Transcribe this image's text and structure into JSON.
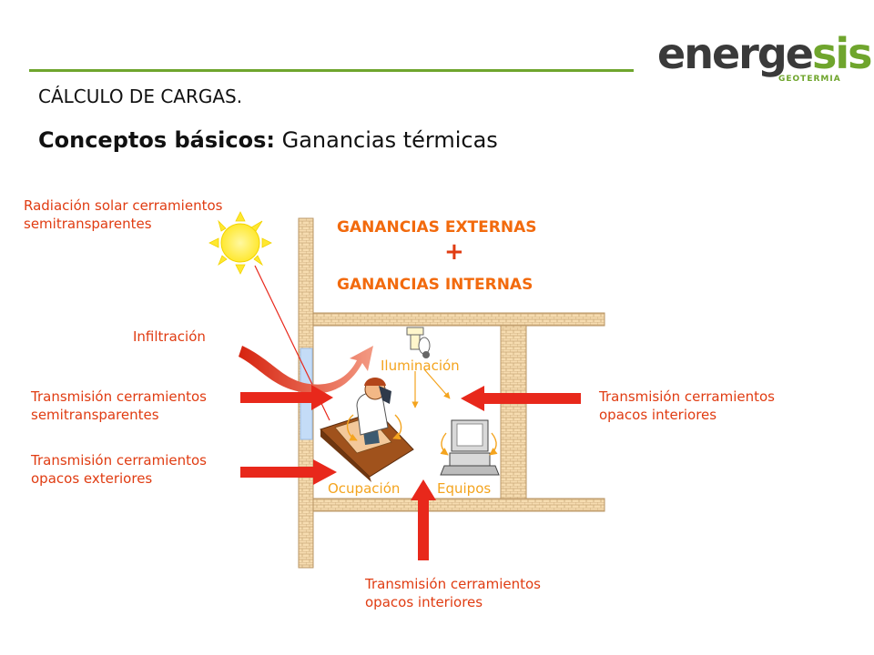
{
  "brand": {
    "logo_main": "energesis",
    "logo_sub": "GEOTERMIA"
  },
  "header": {
    "kicker": "CÁLCULO DE CARGAS.",
    "title_bold": "Conceptos básicos:",
    "title_rest": " Ganancias térmicas"
  },
  "diagram": {
    "ganancias_externas": "GANANCIAS EXTERNAS",
    "plus": "+",
    "ganancias_internas": "GANANCIAS INTERNAS",
    "radiacion": [
      "Radiación solar cerramientos",
      "semitransparentes"
    ],
    "infiltracion": "Infiltración",
    "trans_semi": [
      "Transmisión cerramientos",
      "semitransparentes"
    ],
    "trans_ext": [
      "Transmisión cerramientos",
      "opacos exteriores"
    ],
    "trans_int_right": [
      "Transmisión cerramientos",
      "opacos interiores"
    ],
    "trans_int_bottom": [
      "Transmisión cerramientos",
      "opacos interiores"
    ],
    "iluminacion": "Iluminación",
    "ocupacion": "Ocupación",
    "equipos": "Equipos"
  },
  "colors": {
    "arrow_red": "#e8281b",
    "orange": "#f26a0d",
    "label_red": "#e03c12",
    "brand_green": "#6fa52d",
    "wall": "#f5ddb0"
  }
}
